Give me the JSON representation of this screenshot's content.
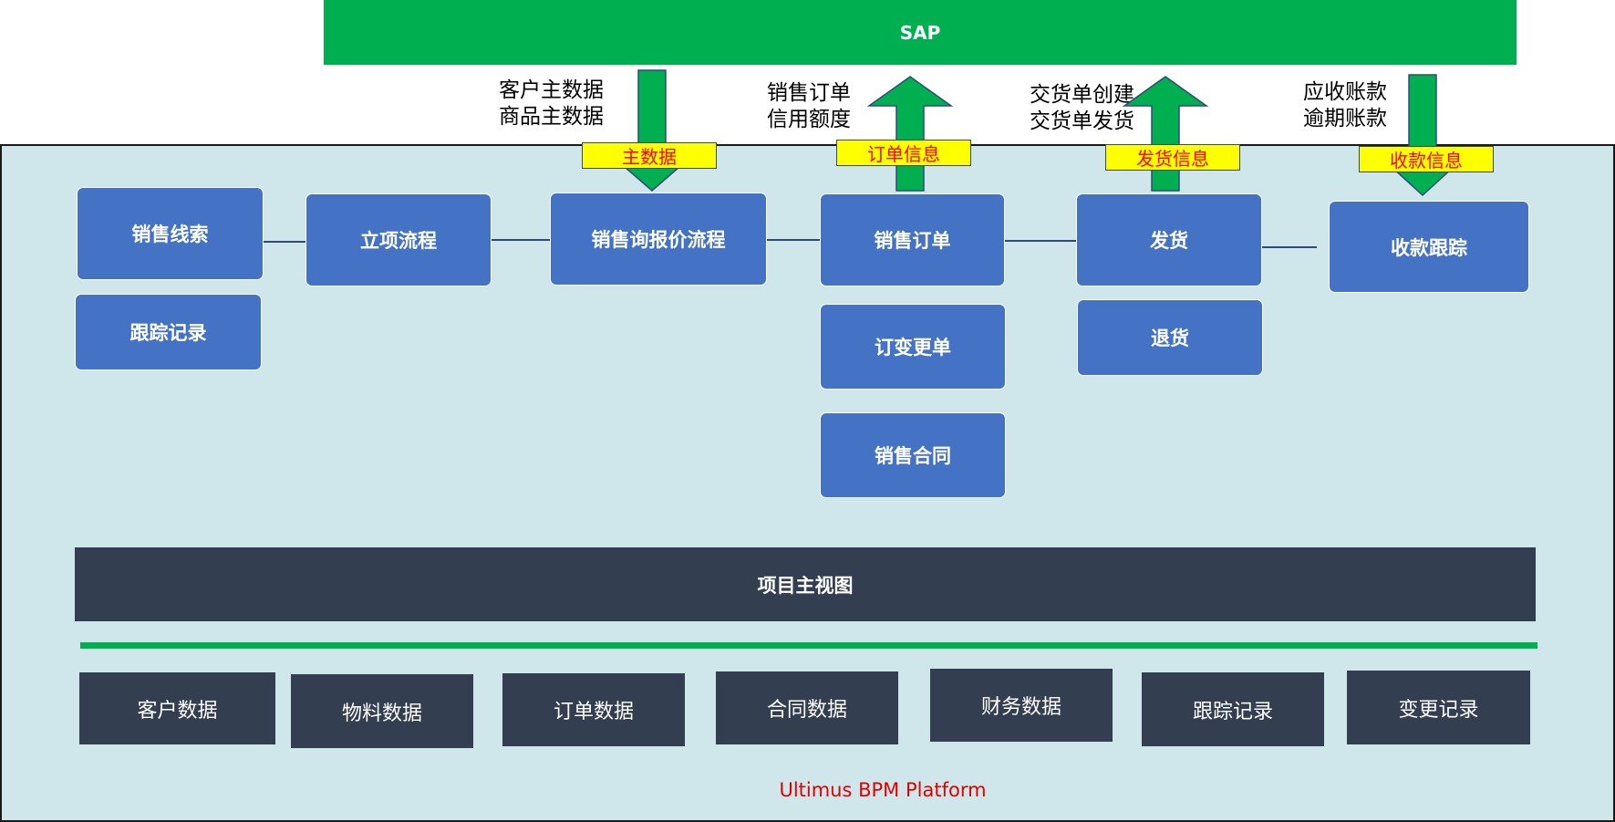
{
  "sap": {
    "title": "SAP"
  },
  "integrations": [
    {
      "lines": [
        "客户主数据",
        "商品主数据"
      ],
      "tag": "主数据",
      "direction": "down"
    },
    {
      "lines": [
        "销售订单",
        "信用额度"
      ],
      "tag": "订单信息",
      "direction": "up"
    },
    {
      "lines": [
        "交货单创建",
        "交货单发货"
      ],
      "tag": "发货信息",
      "direction": "up"
    },
    {
      "lines": [
        "应收账款",
        "逾期账款"
      ],
      "tag": "收款信息",
      "direction": "down"
    }
  ],
  "processes": {
    "lead": "销售线索",
    "tracking": "跟踪记录",
    "project": "立项流程",
    "quote": "销售询报价流程",
    "order": "销售订单",
    "order_change": "订变更单",
    "contract": "销售合同",
    "delivery": "发货",
    "return": "退货",
    "collection": "收款跟踪"
  },
  "main_view": "项目主视图",
  "data_modules": [
    "客户数据",
    "物料数据",
    "订单数据",
    "合同数据",
    "财务数据",
    "跟踪记录",
    "变更记录"
  ],
  "platform_name": "Ultimus BPM Platform",
  "colors": {
    "sap_green": "#00b050",
    "platform_bg": "#cfe7ea",
    "process_blue": "#4472c4",
    "dark_box": "#333f50",
    "tag_yellow": "#ffff00",
    "tag_text_red": "#ff0000",
    "arrow_green": "#00b050"
  }
}
